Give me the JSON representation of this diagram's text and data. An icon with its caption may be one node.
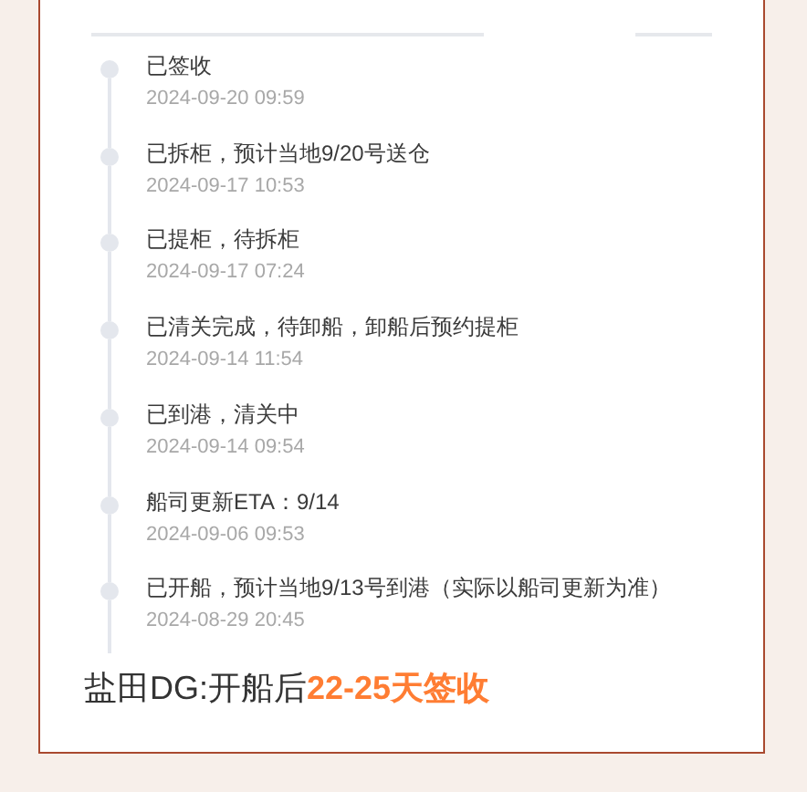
{
  "diagram": {
    "nodes": [
      {
        "text": [],
        "shape": "circle",
        "beside": [
          "已签收",
          "2024-09-20 09:59"
        ]
      },
      {
        "text": [],
        "shape": "circle",
        "beside": [
          "已拆柜，预计当地9/20号送仓",
          "2024-09-17 10:53"
        ]
      },
      {
        "text": [],
        "shape": "circle",
        "beside": [
          "已提柜，待拆柜",
          "2024-09-17 07:24"
        ]
      },
      {
        "text": [],
        "shape": "circle",
        "beside": [
          "已清关完成，待卸船，卸船后预约提柜",
          "2024-09-14 11:54"
        ]
      },
      {
        "text": [],
        "shape": "circle",
        "beside": [
          "已到港，清关中",
          "2024-09-14 09:54"
        ]
      },
      {
        "text": [],
        "shape": "circle",
        "beside": [
          "船司更新ETA：9/14",
          "2024-09-06 09:53"
        ]
      },
      {
        "text": [],
        "shape": "circle",
        "beside": [
          "已开船，预计当地9/13号到港（实际以船司更新为准）",
          "2024-08-29 20:45"
        ]
      }
    ],
    "edges": [
      {
        "from": 0,
        "to": 1,
        "arrow": "none"
      },
      {
        "from": 1,
        "to": 2,
        "arrow": "none"
      },
      {
        "from": 2,
        "to": 3,
        "arrow": "none"
      },
      {
        "from": 3,
        "to": 4,
        "arrow": "none"
      },
      {
        "from": 4,
        "to": 5,
        "arrow": "none"
      },
      {
        "from": 5,
        "to": 6,
        "arrow": "none"
      }
    ],
    "labels": [
      "盐田DG:开船后**22-25天签收**"
    ]
  }
}
